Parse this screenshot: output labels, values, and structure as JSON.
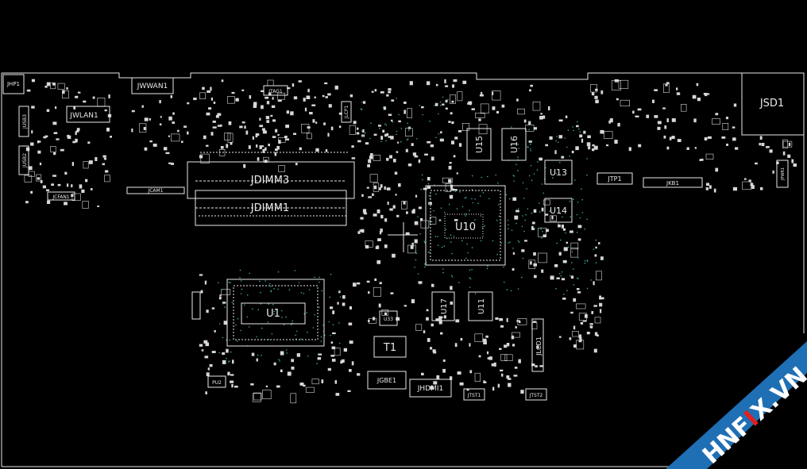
{
  "colors": {
    "background": "#000000",
    "silkscreen": "#e8e8e8",
    "vias": "#3fa7a0",
    "watermark_band": "#1f6fb4",
    "watermark_accent": "#e02020"
  },
  "components": {
    "jhp1": "JHP1",
    "jwwan1": "JWWAN1",
    "jwlan1": "JWLAN1",
    "jtag1": "JTAG1",
    "jdimm3": "JDIMM3",
    "jdimm1": "JDIMM1",
    "jcam1": "JCAM1",
    "jfan1": "JCFAN1",
    "u1": "U1",
    "u10": "U10",
    "u13": "U13",
    "u14": "U14",
    "u15": "U15",
    "u16": "U16",
    "u17": "U17",
    "u11": "U11",
    "u33": "U33",
    "t1": "T1",
    "jgbe1": "JGBE1",
    "jhdmi1": "JHDMI1",
    "jtp1": "JTP1",
    "jkb1": "JKB1",
    "jsd1": "JSD1",
    "jlcd1": "JLCD1",
    "jtst1": "JTST1",
    "jtst2": "JTST2",
    "jusb3": "JUSB3",
    "jusb2": "JUSB2",
    "jlcp1": "JLCP1",
    "jpwr1": "JPWR1",
    "pu2": "PU2"
  },
  "watermark": {
    "brand_pre": "HNF",
    "brand_accent": "I",
    "brand_post": "X.VN"
  }
}
